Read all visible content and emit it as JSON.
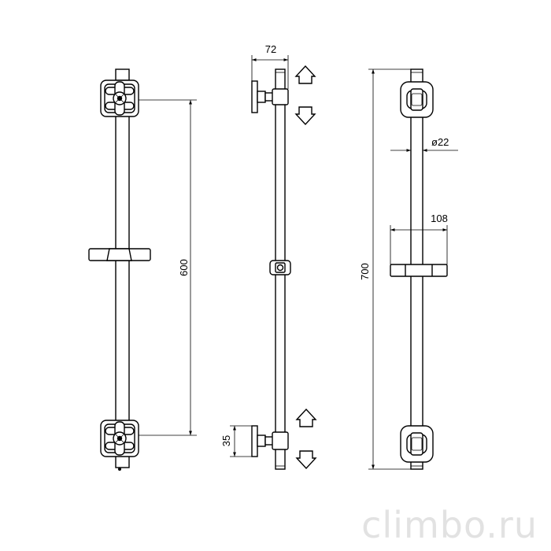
{
  "dimensions": {
    "front_mount_spacing": "600",
    "side_wall_offset": "72",
    "side_bracket_height": "35",
    "rear_total_length": "700",
    "rear_pipe_diameter": "ø22",
    "rear_holder_width": "108"
  },
  "watermark": "climbo.ru",
  "colors": {
    "line": "#000000",
    "background": "#ffffff",
    "watermark": "#e2e2e2"
  }
}
